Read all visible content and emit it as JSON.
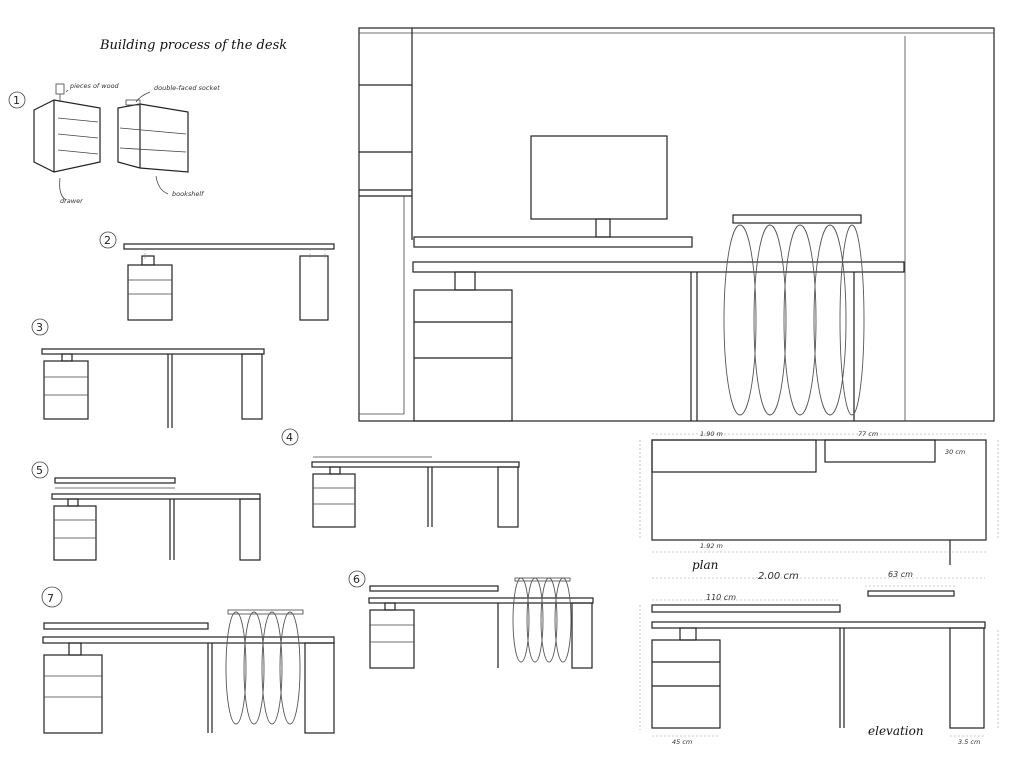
{
  "title": "Building process of the desk",
  "step_numbers": [
    "1",
    "2",
    "3",
    "4",
    "5",
    "6",
    "7"
  ],
  "annotations": {
    "pieces_of_wood": "pieces of wood",
    "double_faced_socket": "double-faced socket",
    "drawer": "drawer",
    "bookshelf": "bookshelf"
  },
  "labels": {
    "plan": "plan",
    "elevation": "elevation"
  },
  "dimensions": {
    "total_length": "2.00 cm",
    "shelf_length": "110 cm",
    "small_shelf_length": "63 cm",
    "plan_top_width": "1.90 m",
    "plan_small_width": "77 cm",
    "plan_right": "30 cm",
    "plan_bottom": "1.92 m",
    "elev_left_bottom": "45 cm",
    "elev_right_bottom": "3.5 cm"
  }
}
